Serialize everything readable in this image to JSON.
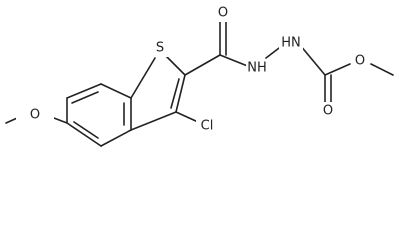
{
  "structure": {
    "atoms": {
      "S": "S",
      "Cl": "Cl",
      "O_carbonyl_1": "O",
      "NH_1": "NH",
      "HN_2": "HN",
      "O_carbonyl_2": "O",
      "O_ester": "O",
      "O_methoxy": "O"
    }
  }
}
